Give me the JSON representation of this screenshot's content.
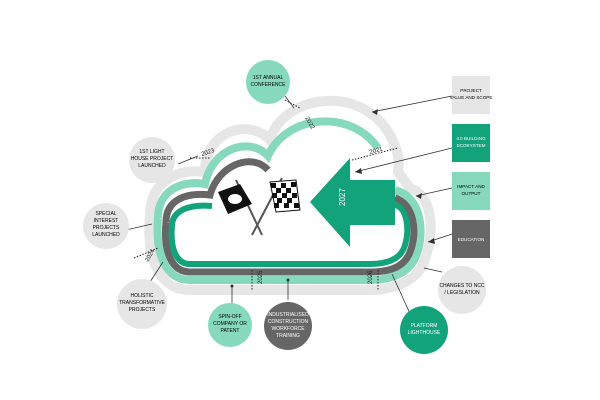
{
  "milestones": {
    "conference": {
      "line1": "1ST ANNUAL",
      "line2": "CONFERENCE"
    },
    "lighthouse": {
      "line1": "1ST LIGHT",
      "line2": "HOUSE PROJECT",
      "line3": "LAUNCHED"
    },
    "special": {
      "line1": "SPECIAL",
      "line2": "INTEREST",
      "line3": "PROJECTS",
      "line4": "LAUNCHED"
    },
    "holistic": {
      "line1": "HOLISTIC",
      "line2": "TRANSFORMATIVE",
      "line3": "PROJECTS"
    },
    "spinoff": {
      "line1": "SPIN-OFF",
      "line2": "COMPANY OR",
      "line3": "PATENT"
    },
    "industrialised": {
      "line1": "INDUSTRIALISED",
      "line2": "CONSTRUCTION",
      "line3": "WORKFORCE",
      "line4": "TRAINING"
    },
    "platform": {
      "line1": "PLATFORM",
      "line2": "LIGHTHOUSE"
    },
    "ncc": {
      "line1": "CHANGES TO NCC",
      "line2": "/ LEGISLATION"
    }
  },
  "years": {
    "y2021": "2021",
    "y2022": "2022",
    "y2023": "2023",
    "y2024": "2024",
    "y2025": "2025",
    "y2026": "2026",
    "y2027": "2027"
  },
  "legend": {
    "scope": {
      "line1": "PROJECT",
      "line2": "VALUE AND SCOPE"
    },
    "ecosystem": {
      "line1": "4.0 BUILDING",
      "line2": "ECOSYSTEM"
    },
    "impact": {
      "line1": "IMPACT AND",
      "line2": "OUTPUT"
    },
    "education": {
      "line1": "EDUCATION"
    }
  },
  "colors": {
    "green_dark": "#12a37a",
    "green_light": "#86d9bd",
    "grey_light": "#e6e6e6",
    "grey_mid": "#c8c8c8",
    "grey_dark": "#666666"
  }
}
